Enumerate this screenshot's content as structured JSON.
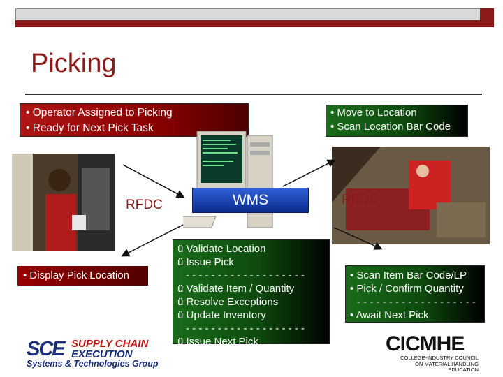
{
  "slide": {
    "title": "Picking",
    "operator_box": [
      "• Operator Assigned to Picking",
      "• Ready for Next Pick Task"
    ],
    "move_box": [
      "• Move to Location",
      "• Scan Location Bar Code"
    ],
    "display_box": "• Display Pick Location",
    "rfdc_left": "RFDC",
    "rfdc_right": "RFDC",
    "wms": "WMS",
    "wms_box": [
      "ü Validate Location",
      "ü Issue Pick",
      "- - - - - - - - - - - - - - - - - - -",
      "ü Validate Item / Quantity",
      "ü Resolve Exceptions",
      "ü Update Inventory",
      "- - - - - - - - - - - - - - - - - - -",
      "ü Issue Next Pick"
    ],
    "scan_box": [
      "• Scan Item Bar Code/LP",
      "• Pick / Confirm Quantity",
      "- - - - - - - - - - - - - - - - - - -",
      "• Await Next Pick"
    ],
    "logo_left": {
      "mark": "SCE",
      "line1": "SUPPLY CHAIN",
      "line2": "EXECUTION",
      "line3": "Systems & Technologies Group"
    },
    "logo_right": {
      "mark": "CICMHE",
      "line1": "COLLEGE-INDUSTRY COUNCIL",
      "line2": "ON MATERIAL HANDLING EDUCATION"
    }
  },
  "colors": {
    "accent_red": "#8b1a1a",
    "green": "#1a6b1a",
    "blue": "#0a2a8a"
  }
}
